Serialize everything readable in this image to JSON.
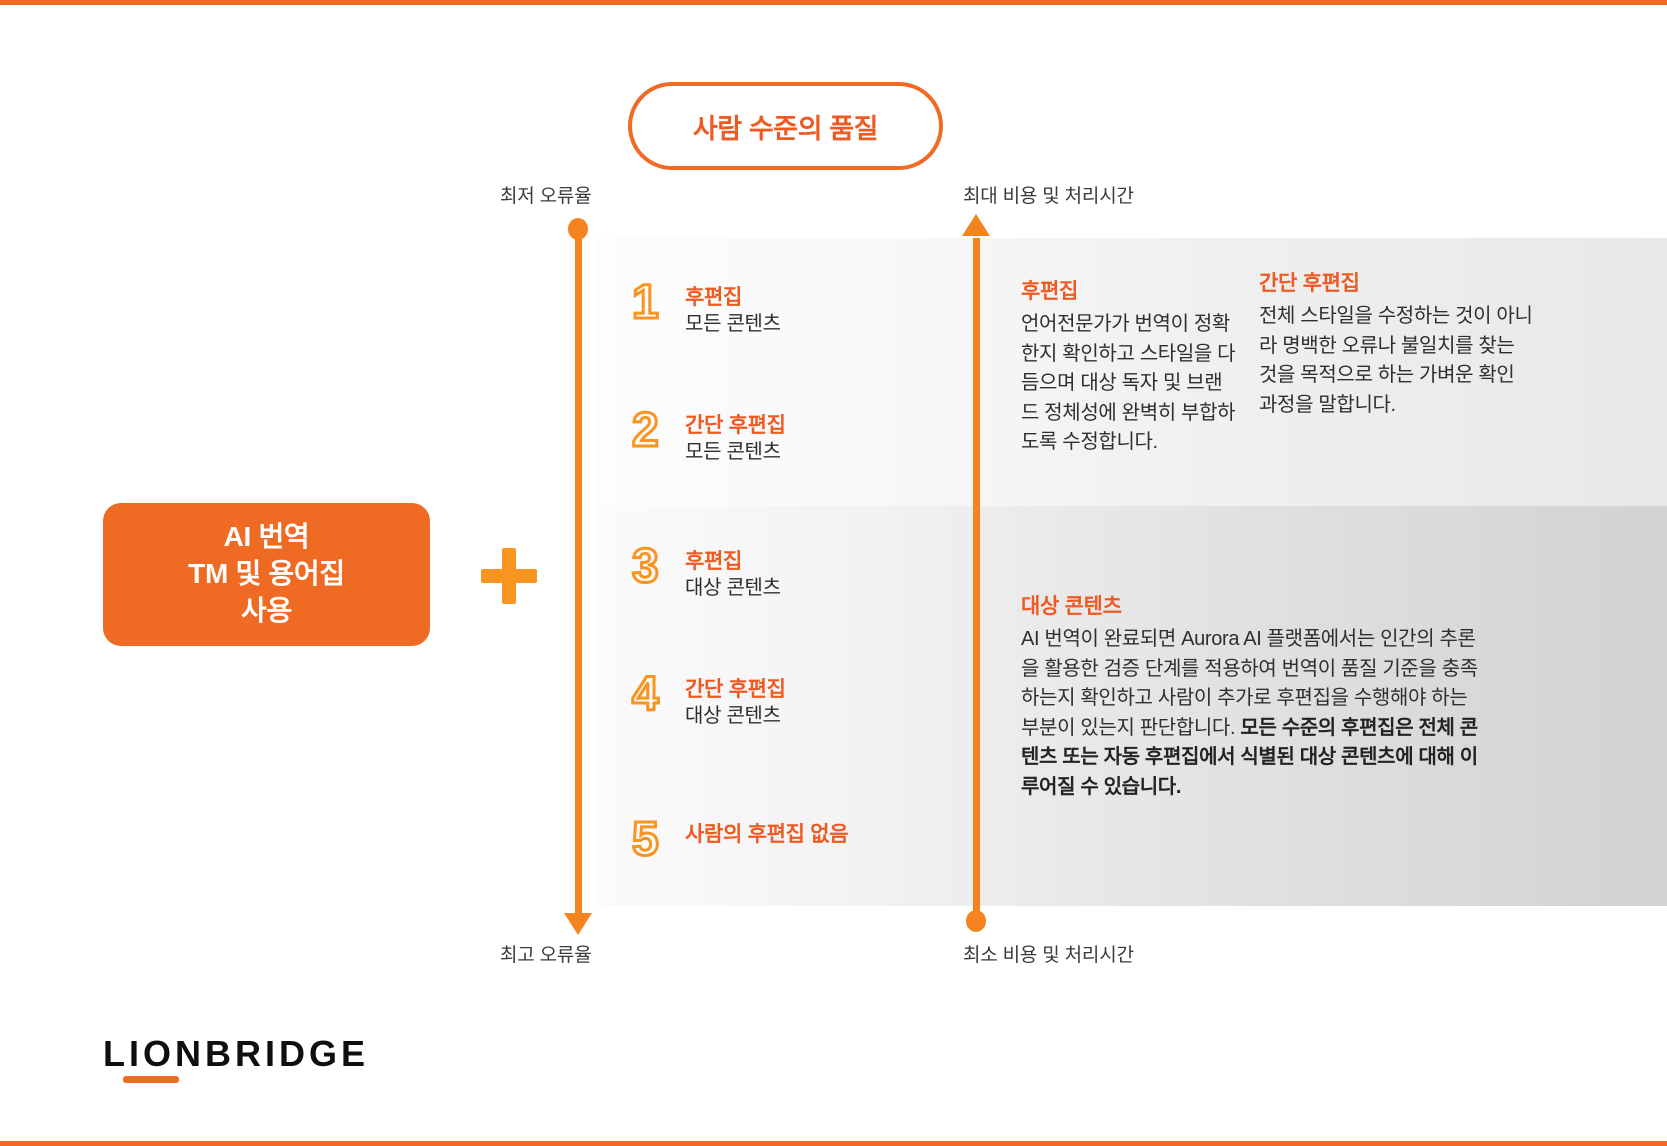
{
  "header": {
    "pill_label": "사람 수준의 품질"
  },
  "left_box": {
    "line1": "AI 번역",
    "line2": "TM 및 용어집",
    "line3": "사용",
    "plus_icon": "plus-icon"
  },
  "axes": {
    "left_top_label": "최저 오류율",
    "left_bottom_label": "최고 오류율",
    "right_top_label": "최대 비용 및 처리시간",
    "right_bottom_label": "최소 비용 및 처리시간"
  },
  "steps": [
    {
      "number": "1",
      "title": "후편집",
      "subtitle": "모든 콘텐츠"
    },
    {
      "number": "2",
      "title": "간단 후편집",
      "subtitle": "모든 콘텐츠"
    },
    {
      "number": "3",
      "title": "후편집",
      "subtitle": "대상 콘텐츠"
    },
    {
      "number": "4",
      "title": "간단 후편집",
      "subtitle": "대상 콘텐츠"
    },
    {
      "number": "5",
      "title": "사람의 후편집 없음",
      "subtitle": ""
    }
  ],
  "descriptions": {
    "post_edit": {
      "title": "후편집",
      "body": "언어전문가가 번역이 정확한지 확인하고 스타일을 다듬으며 대상 독자 및 브랜드 정체성에 완벽히 부합하도록 수정합니다."
    },
    "light_post_edit": {
      "title": "간단 후편집",
      "body": "전체 스타일을 수정하는 것이 아니라 명백한 오류나 불일치를 찾는 것을 목적으로 하는 가벼운 확인 과정을 말합니다."
    },
    "target_content": {
      "title": "대상 콘텐츠",
      "body_regular": "AI 번역이 완료되면 Aurora AI 플랫폼에서는 인간의 추론을 활용한 검증 단계를 적용하여 번역이 품질 기준을 충족하는지 확인하고 사람이 추가로 후편집을 수행해야 하는 부분이 있는지 판단합니다. ",
      "body_bold": "모든 수준의 후편집은 전체 콘텐츠 또는 자동 후편집에서 식별된 대상 콘텐츠에 대해 이루어질 수 있습니다."
    }
  },
  "footer": {
    "logo_text": "LIONBRIDGE"
  },
  "colors": {
    "brand_orange": "#ef6a23",
    "accent_orange": "#f79520",
    "text_dark": "#2f2f2f"
  }
}
